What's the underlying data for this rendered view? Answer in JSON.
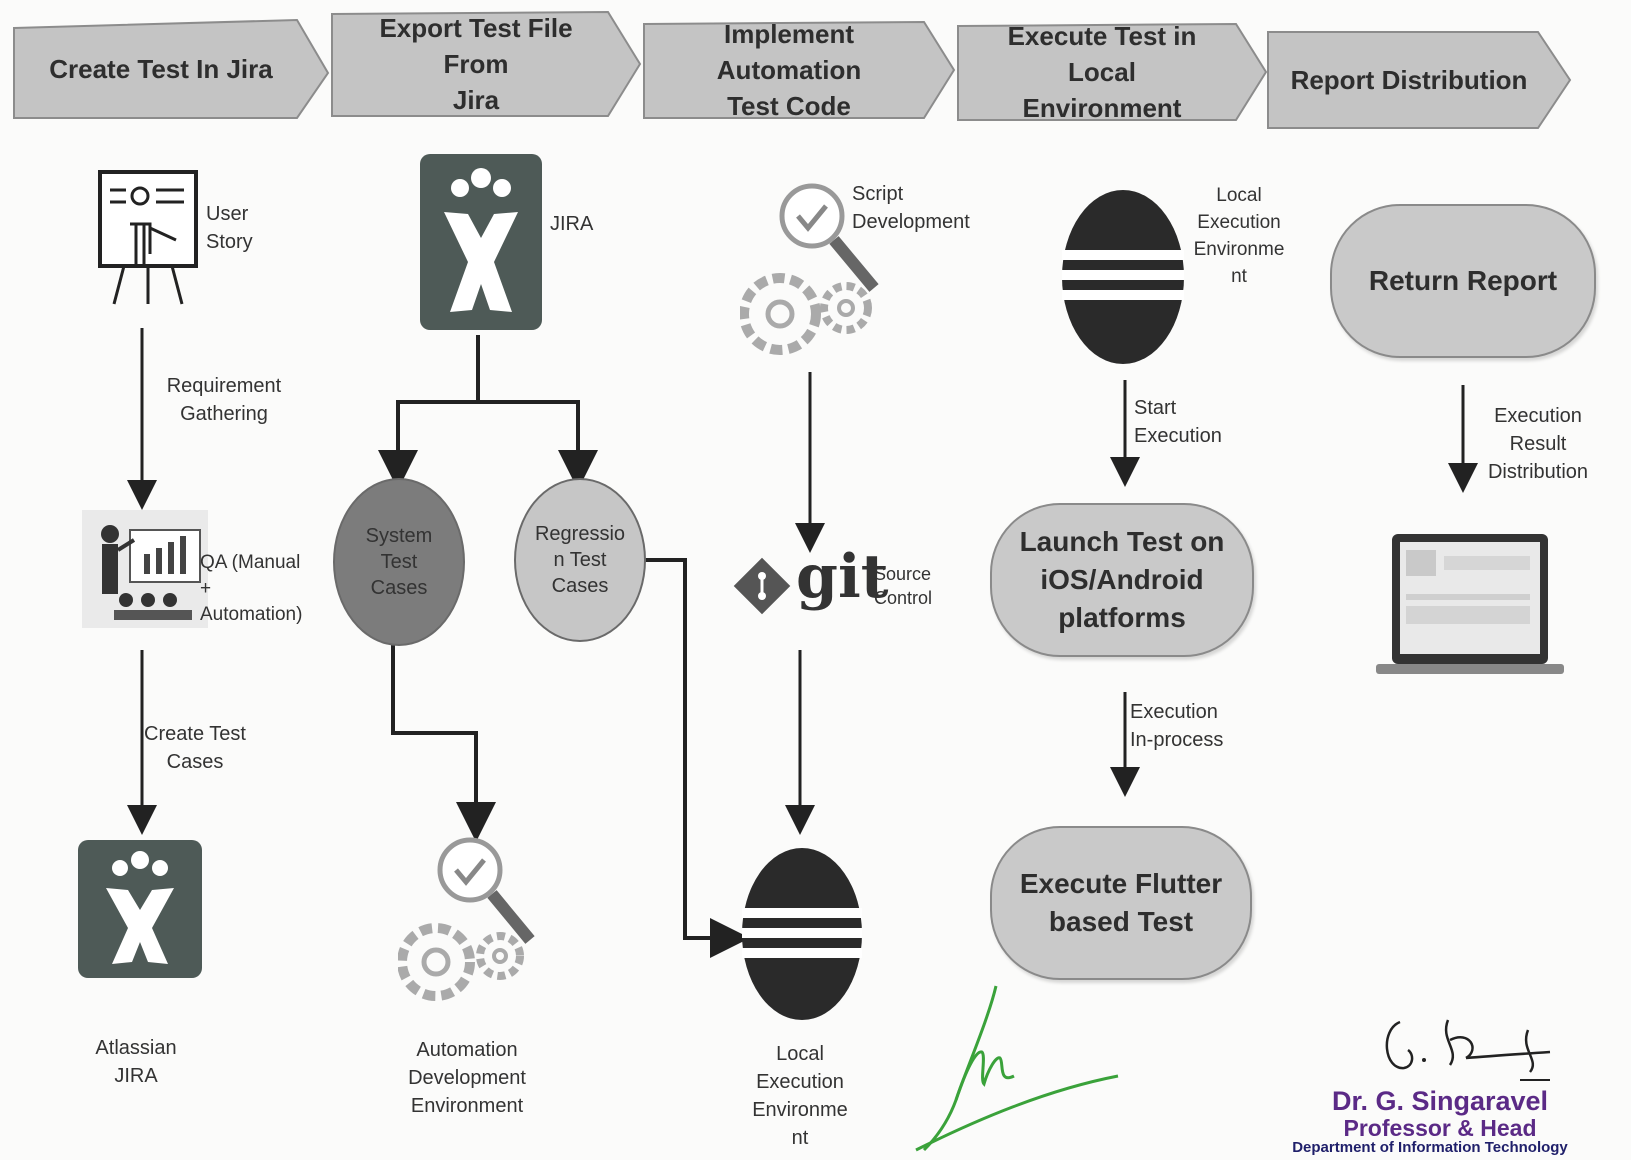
{
  "stages": [
    {
      "label": "Create Test In Jira"
    },
    {
      "label": "Export Test File From\nJira"
    },
    {
      "label": "Implement Automation\nTest Code"
    },
    {
      "label": "Execute Test in Local\nEnvironment"
    },
    {
      "label": "Report Distribution"
    }
  ],
  "col1": {
    "user_story": "User\nStory",
    "requirement": "Requirement\nGathering",
    "qa": "QA (Manual\n+\nAutomation)",
    "create_cases": "Create Test\nCases",
    "atlassian": "Atlassian\nJIRA"
  },
  "col2": {
    "jira": "JIRA",
    "system": "System\nTest\nCases",
    "regression": "Regressio\nn Test\nCases",
    "automation_env": "Automation\nDevelopment\nEnvironment"
  },
  "col3": {
    "script_dev": "Script\nDevelopment",
    "git": "git",
    "source_control": "Source\nControl",
    "local_env": "Local\nExecution\nEnvironme\nnt"
  },
  "col4": {
    "local_env": "Local\nExecution\nEnvironme\nnt",
    "start": "Start\nExecution",
    "launch": "Launch Test on\niOS/Android\nplatforms",
    "in_process": "Execution\nIn-process",
    "execute": "Execute Flutter\nbased Test"
  },
  "col5": {
    "return_report": "Return Report",
    "distribution": "Execution\nResult\nDistribution"
  },
  "signature": {
    "name": "Dr. G. Singaravel",
    "title": "Professor & Head",
    "dept": "Department of Information Technology"
  },
  "colors": {
    "chevron": "#c4c4c4",
    "pill": "#c9c9c9",
    "system_circle": "#7c7c7c",
    "regression_circle": "#c6c6c6",
    "jira_tile": "#4e5a57",
    "signature_purple": "#5b2a86",
    "signature_green": "#3aa23a"
  }
}
